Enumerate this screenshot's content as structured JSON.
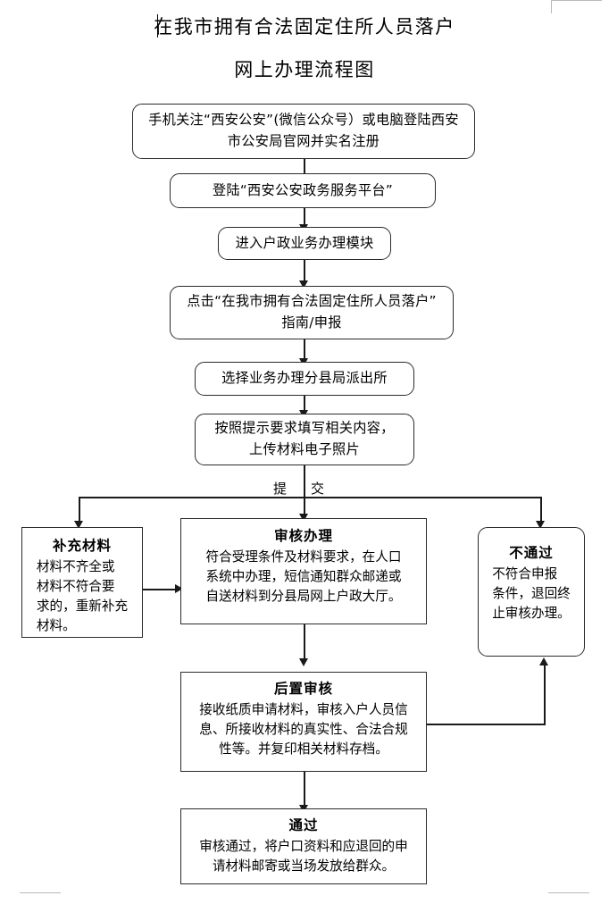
{
  "document": {
    "title_line_1": "在我市拥有合法固定住所人员落户",
    "title_line_2": "网上办理流程图"
  },
  "flow": {
    "nodes": [
      {
        "id": "register",
        "shape": "rounded",
        "text": "手机关注“西安公安”(微信公众号）或电脑登陆西安\n市公安局官网并实名注册"
      },
      {
        "id": "login-platform",
        "shape": "rounded",
        "text": "登陆“西安公安政务服务平台”"
      },
      {
        "id": "household-module",
        "shape": "rounded",
        "text": "进入户政业务办理模块"
      },
      {
        "id": "click-guide",
        "shape": "rounded",
        "text": "点击“在我市拥有合法固定住所人员落户”\n指南/申报"
      },
      {
        "id": "select-station",
        "shape": "rounded",
        "text": "选择业务办理分县局派出所"
      },
      {
        "id": "fill-upload",
        "shape": "rounded",
        "text": "按照提示要求填写相关内容，\n上传材料电子照片"
      },
      {
        "id": "supplement",
        "shape": "square",
        "title": "补充材料",
        "body": "材料不齐全或\n材料不符合要\n求的，重新补充\n材料。"
      },
      {
        "id": "review-process",
        "shape": "square",
        "title": "审核办理",
        "body": "符合受理条件及材料要求，在人口\n系统中办理，短信通知群众邮递或\n自送材料到分县局网上户政大厅。"
      },
      {
        "id": "rejected",
        "shape": "rounded",
        "title": "不通过",
        "body": "不符合申报\n条件，退回终\n止审核办理。"
      },
      {
        "id": "post-review",
        "shape": "square",
        "title": "后置审核",
        "body": "接收纸质申请材料，审核入户人员信\n息、所接收材料的真实性、合法合规\n性等。并复印相关材料存档。"
      },
      {
        "id": "approved",
        "shape": "square",
        "title": "通过",
        "body": "审核通过，将户口资料和应退回的申\n请材料邮寄或当场发放给群众。"
      }
    ],
    "edge_labels": {
      "submit_left": "提",
      "submit_right": "交"
    }
  },
  "colors": {
    "stroke": "#2b2b2b",
    "line": "#1a1a1a",
    "background": "#ffffff",
    "crop_mark": "#b9b9b9"
  }
}
